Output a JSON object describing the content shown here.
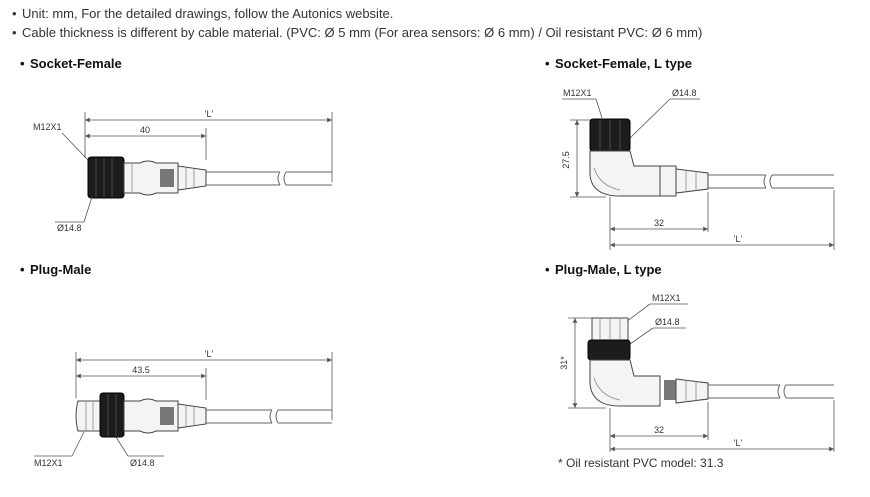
{
  "notes": [
    "Unit: mm, For the detailed drawings, follow the Autonics website.",
    "Cable thickness is different by cable material. (PVC: Ø 5 mm (For area sensors: Ø 6 mm) / Oil resistant PVC: Ø 6 mm)"
  ],
  "bullet": "•",
  "sections": {
    "socket_female": {
      "title": "Socket-Female",
      "thread": "M12X1",
      "diameter": "Ø14.8",
      "length_L": "'L'",
      "dim_main": "40"
    },
    "socket_female_l": {
      "title": "Socket-Female, L type",
      "thread": "M12X1",
      "diameter": "Ø14.8",
      "length_L": "'L'",
      "dim_height": "27.5",
      "dim_main": "32"
    },
    "plug_male": {
      "title": "Plug-Male",
      "thread": "M12X1",
      "diameter": "Ø14.8",
      "length_L": "'L'",
      "dim_main": "43.5"
    },
    "plug_male_l": {
      "title": "Plug-Male, L type",
      "thread": "M12X1",
      "diameter": "Ø14.8",
      "length_L": "'L'",
      "dim_height": "31*",
      "dim_main": "32"
    }
  },
  "footnote": "* Oil resistant PVC model: 31.3"
}
